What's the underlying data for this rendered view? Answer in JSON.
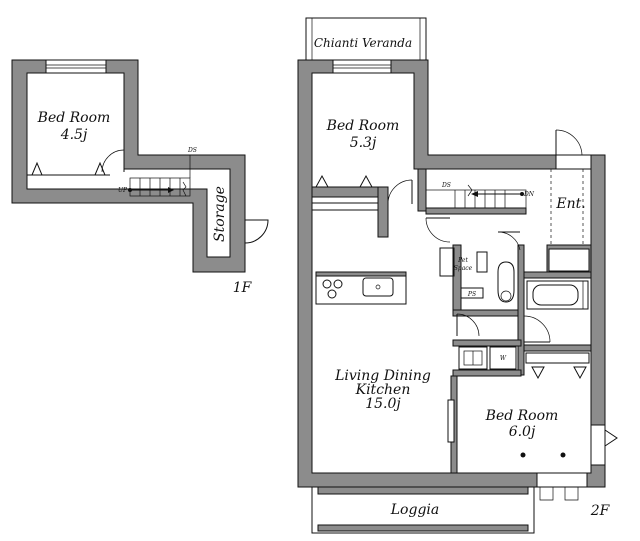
{
  "floors": {
    "first": {
      "label": "1F",
      "rooms": [
        {
          "key": "bed",
          "name": "Bed Room",
          "size": "4.5j"
        },
        {
          "key": "storage",
          "name": "Storage"
        }
      ],
      "marks": {
        "up": "UP",
        "ds": "DS"
      }
    },
    "second": {
      "label": "2F",
      "rooms": [
        {
          "key": "veranda",
          "name": "Chianti Veranda"
        },
        {
          "key": "bed53",
          "name": "Bed Room",
          "size": "5.3j"
        },
        {
          "key": "ent",
          "name": "Ent."
        },
        {
          "key": "pet1",
          "name": "Pet"
        },
        {
          "key": "pet2",
          "name": "Space"
        },
        {
          "key": "ldk1",
          "name": "Living Dining"
        },
        {
          "key": "ldk2",
          "name": "Kitchen"
        },
        {
          "key": "ldk3",
          "name": "15.0j"
        },
        {
          "key": "bed60",
          "name": "Bed Room",
          "size": "6.0j"
        },
        {
          "key": "loggia",
          "name": "Loggia"
        }
      ],
      "marks": {
        "dn": "DN",
        "ds": "DS",
        "ps": "PS",
        "w": "W"
      }
    }
  }
}
